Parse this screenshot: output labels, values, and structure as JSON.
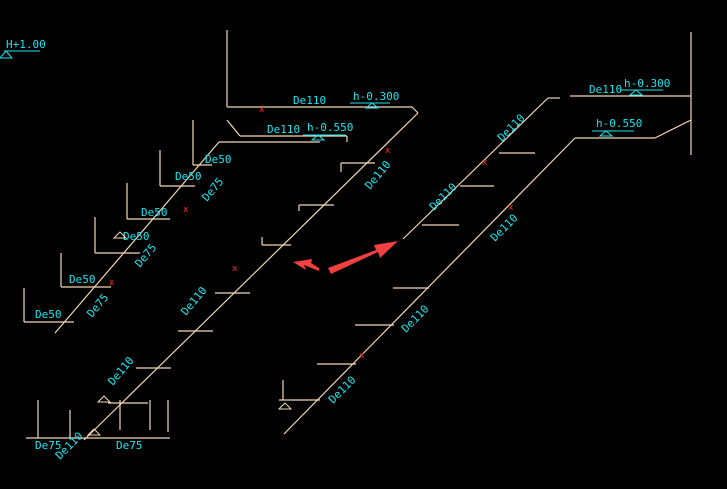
{
  "colors": {
    "background": "#000000",
    "pipe": "#f2d7b3",
    "label": "#19e6f0",
    "marker": "#ff2020",
    "arrow": "#f04040"
  },
  "labels": {
    "elev_top_left": "H+1.00",
    "left_h0300": "h-0.300",
    "left_h0550": "h-0.550",
    "right_h0300": "h-0.300",
    "right_h0550": "h-0.550",
    "de110_top_left_a": "De110",
    "de110_top_left_b": "De110",
    "de110_top_right": "De110",
    "de50_1": "De50",
    "de50_2": "De50",
    "de50_3": "De50",
    "de50_4": "De50",
    "de50_5": "De50",
    "de50_6": "De50",
    "de75_1": "De75",
    "de75_2": "De75",
    "de75_3": "De75",
    "de110_mid_left_a": "De110",
    "de110_mid_left_b": "De110",
    "de110_mid_left_c": "De110",
    "de110_mid_right_a": "De110",
    "de110_mid_right_b": "De110",
    "de110_mid_right_c": "De110",
    "de110_mid_right_d": "De110",
    "de110_bottom_right": "De110",
    "de75_bottom_a": "De75",
    "de110_bottom_left": "De110",
    "de75_bottom_b": "De75"
  },
  "markers": {
    "x": "x"
  }
}
